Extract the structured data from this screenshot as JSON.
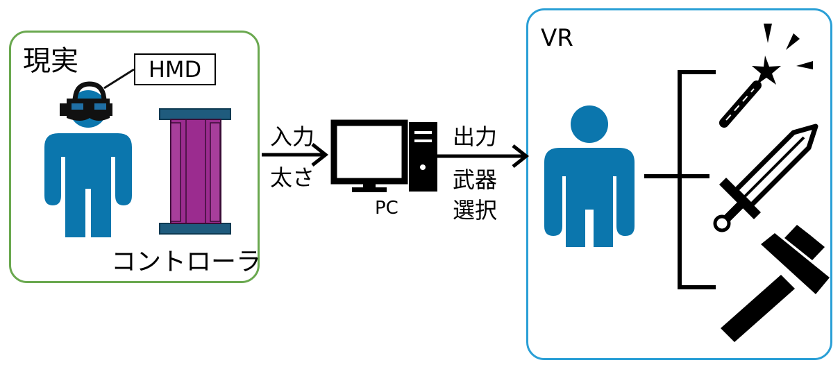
{
  "labels": {
    "reality": "現実",
    "hmd": "HMD",
    "controller": "コントローラ",
    "input": "入力",
    "thickness": "太さ",
    "pc": "PC",
    "output": "出力",
    "weapon_select_1": "武器",
    "weapon_select_2": "選択",
    "vr": "VR"
  },
  "icons": [
    "person-icon",
    "vr-headset-icon",
    "controller-cylinder-icon",
    "monitor-icon",
    "pc-tower-icon",
    "magic-wand-icon",
    "sword-icon",
    "hammer-icon",
    "arrow-icon"
  ],
  "colors": {
    "person": "#0b76ad",
    "headset": "#111111",
    "controller_body": "#9b2c8f",
    "controller_caps": "#1f5b7d",
    "reality_border": "#6aa84f",
    "vr_border": "#2a9fd6"
  }
}
